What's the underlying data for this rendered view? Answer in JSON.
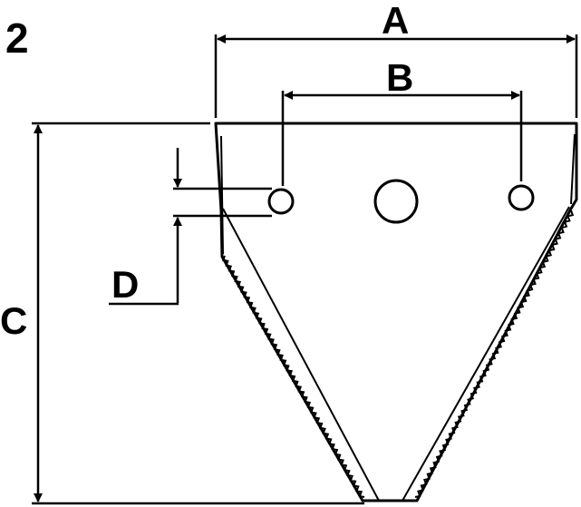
{
  "figure_number": "2",
  "dimensions": [
    {
      "id": "A",
      "label": "A"
    },
    {
      "id": "B",
      "label": "B"
    },
    {
      "id": "C",
      "label": "C"
    },
    {
      "id": "D",
      "label": "D"
    }
  ],
  "colors": {
    "stroke": "#000000",
    "background": "#ffffff"
  }
}
